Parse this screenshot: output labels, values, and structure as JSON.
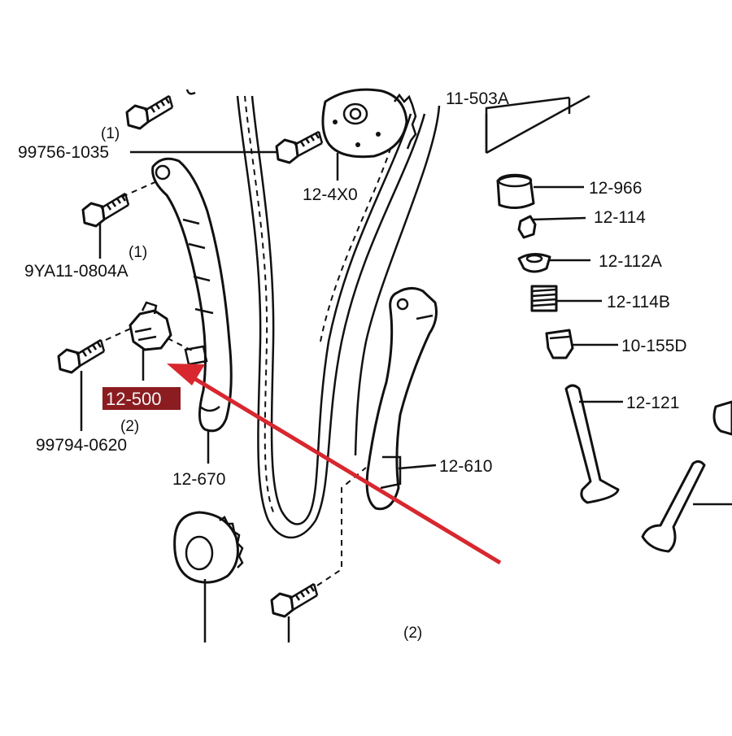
{
  "labels": {
    "cover": "11-503A",
    "bolt_top": "99756-1035",
    "bolt_top_qty": "(1)",
    "sprocket_cam": "12-4X0",
    "bolt_mid": "9YA11-0804A",
    "bolt_mid_qty": "(1)",
    "tensioner": "12-500",
    "tensioner_qty": "(2)",
    "bolt_low": "99794-0620",
    "guide_left": "12-670",
    "guide_right": "12-610",
    "bottom_qty": "(2)",
    "tappet": "12-966",
    "shim": "12-114",
    "seal": "12-112A",
    "spring": "12-114B",
    "valve_seal": "10-155D",
    "valve": "12-121"
  },
  "highlight": {
    "part": "12-500",
    "box_color": "#8b1c20",
    "text_color": "#f4f4f4",
    "arrow_color": "#d8272e"
  }
}
